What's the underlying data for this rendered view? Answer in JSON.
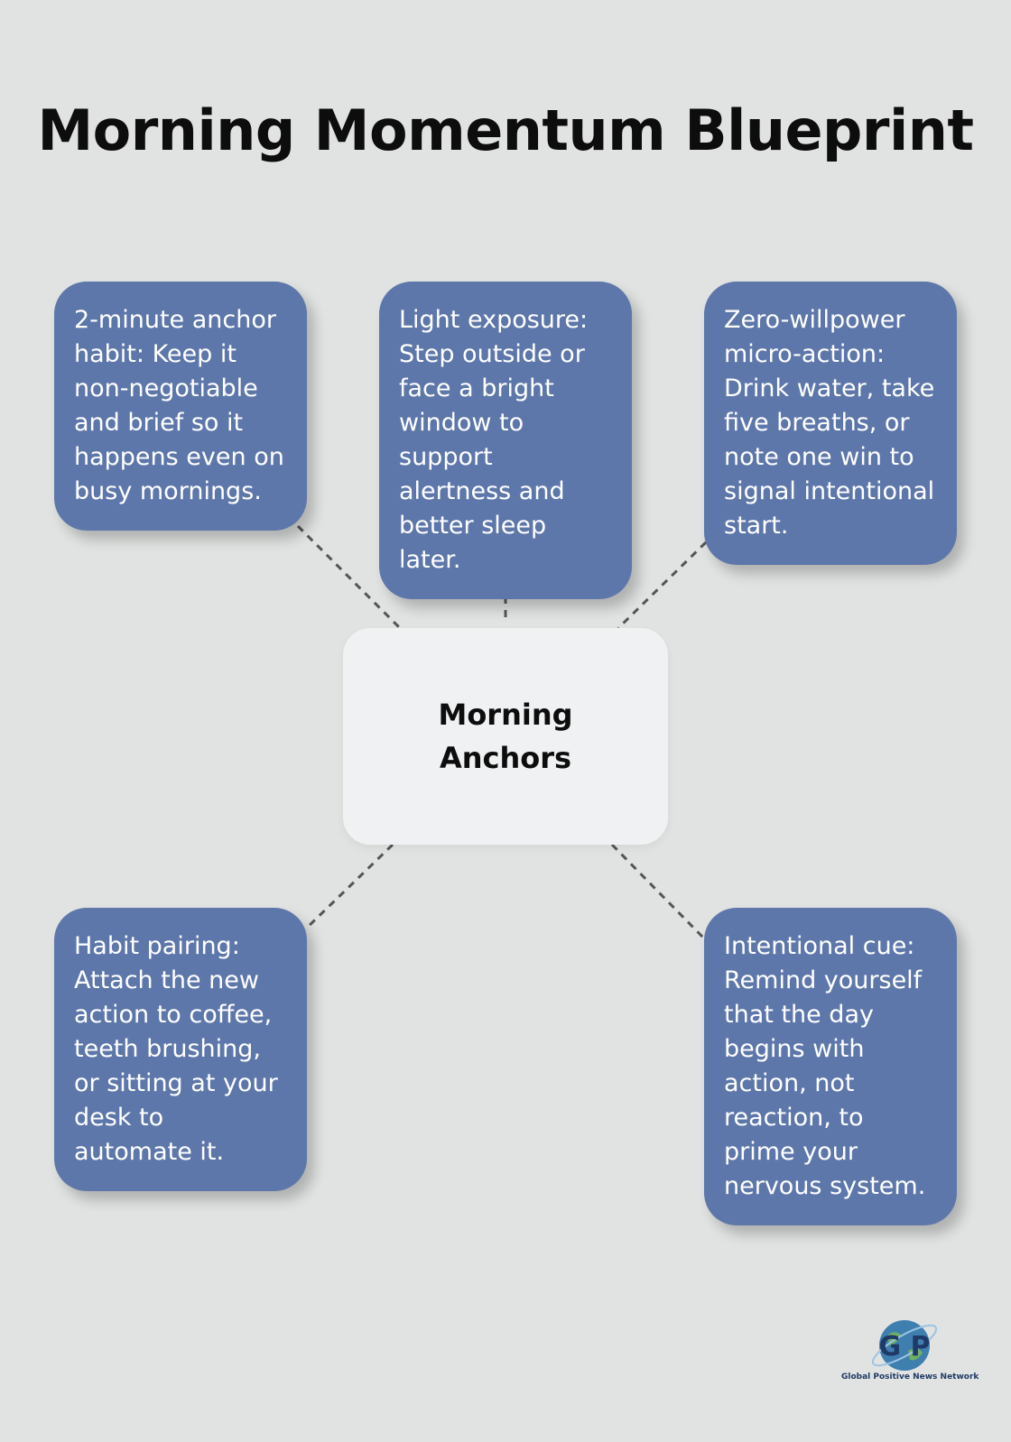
{
  "title": "Morning Momentum Blueprint",
  "center": {
    "label": "Morning Anchors"
  },
  "nodes": [
    {
      "text": "2-minute anchor habit: Keep it non-negotiable and brief so it happens even on busy mornings."
    },
    {
      "text": "Light exposure: Step outside or face a bright window to support alertness and better sleep later."
    },
    {
      "text": "Zero-willpower micro-action: Drink water, take five breaths, or note one win to signal intentional start."
    },
    {
      "text": "Habit pairing: Attach the new action to coffee, teeth brushing, or sitting at your desk to automate it."
    },
    {
      "text": "Intentional cue: Remind yourself that the day begins with action, not reaction, to prime your nervous system."
    }
  ],
  "logo": {
    "mark": "G P",
    "text": "Global Positive News Network"
  },
  "colors": {
    "background": "#e1e3e2",
    "node": "#5e77aa",
    "center": "#f0f1f2",
    "connector": "#555555"
  }
}
